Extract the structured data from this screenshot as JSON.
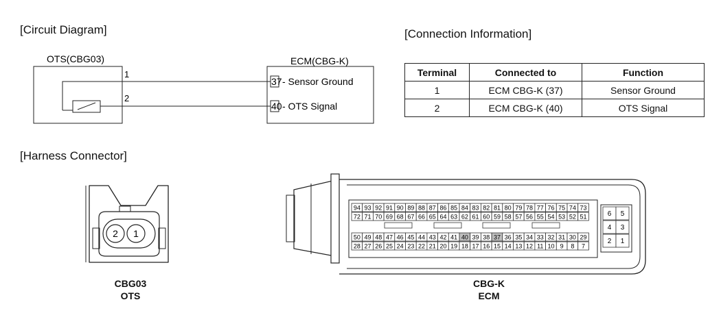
{
  "headings": {
    "circuit": "[Circuit Diagram]",
    "connection": "[Connection Information]",
    "harness": "[Harness Connector]"
  },
  "circuit": {
    "ots_label": "OTS(CBG03)",
    "ecm_label": "ECM(CBG-K)",
    "ots_pins": [
      "1",
      "2"
    ],
    "ecm_pins": [
      {
        "pin": "37",
        "text": "- Sensor Ground"
      },
      {
        "pin": "40",
        "text": "- OTS Signal"
      }
    ]
  },
  "connection_table": {
    "headers": [
      "Terminal",
      "Connected to",
      "Function"
    ],
    "rows": [
      [
        "1",
        "ECM CBG-K (37)",
        "Sensor Ground"
      ],
      [
        "2",
        "ECM CBG-K (40)",
        "OTS Signal"
      ]
    ]
  },
  "harness": {
    "ots_connector": {
      "pins": [
        "2",
        "1"
      ],
      "caption_line1": "CBG03",
      "caption_line2": "OTS"
    },
    "ecm_connector": {
      "caption_line1": "CBG-K",
      "caption_line2": "ECM",
      "rows": [
        [
          "94",
          "93",
          "92",
          "91",
          "90",
          "89",
          "88",
          "87",
          "86",
          "85",
          "84",
          "83",
          "82",
          "81",
          "80",
          "79",
          "78",
          "77",
          "76",
          "75",
          "74",
          "73"
        ],
        [
          "72",
          "71",
          "70",
          "69",
          "68",
          "67",
          "66",
          "65",
          "64",
          "63",
          "62",
          "61",
          "60",
          "59",
          "58",
          "57",
          "56",
          "55",
          "54",
          "53",
          "52",
          "51"
        ],
        [
          "50",
          "49",
          "48",
          "47",
          "46",
          "45",
          "44",
          "43",
          "42",
          "41",
          "40",
          "39",
          "38",
          "37",
          "36",
          "35",
          "34",
          "33",
          "32",
          "31",
          "30",
          "29"
        ],
        [
          "28",
          "27",
          "26",
          "25",
          "24",
          "23",
          "22",
          "21",
          "20",
          "19",
          "18",
          "17",
          "16",
          "15",
          "14",
          "13",
          "12",
          "11",
          "10",
          "9",
          "8",
          "7"
        ]
      ],
      "small_rows": [
        [
          "6",
          "5"
        ],
        [
          "4",
          "3"
        ],
        [
          "2",
          "1"
        ]
      ],
      "highlighted_pins": [
        "37",
        "40"
      ]
    }
  }
}
